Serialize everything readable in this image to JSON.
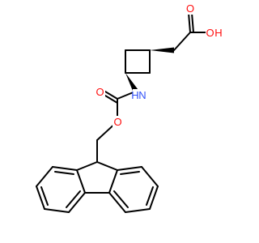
{
  "molecule": {
    "atoms": [
      {
        "id": "O_hydroxyl",
        "text": "O",
        "color": "#ff0d0d"
      },
      {
        "id": "H_hydroxyl",
        "text": "H",
        "color": "#ff0d0d"
      },
      {
        "id": "O_carbonyl_acid",
        "text": "O",
        "color": "#ff0d0d"
      },
      {
        "id": "N_amide",
        "text": "N",
        "color": "#3050f8"
      },
      {
        "id": "H_amide",
        "text": "H",
        "color": "#3050f8"
      },
      {
        "id": "O_carbonyl_carbamate",
        "text": "O",
        "color": "#ff0d0d"
      },
      {
        "id": "O_ester",
        "text": "O",
        "color": "#ff0d0d"
      }
    ],
    "bond_color": "#000000"
  }
}
